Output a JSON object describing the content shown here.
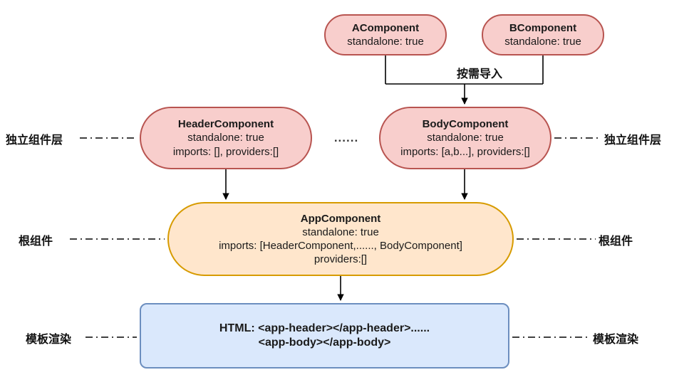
{
  "diagram": {
    "title_hint": "Angular standalone component architecture",
    "colors": {
      "pink_fill": "#f8cecc",
      "pink_stroke": "#b85450",
      "orange_fill": "#ffe6cc",
      "orange_stroke": "#d79b00",
      "blue_fill": "#dae8fc",
      "blue_stroke": "#6c8ebf",
      "line": "#000000",
      "text": "#1a1a1a"
    }
  },
  "nodes": {
    "a_component": {
      "title": "AComponent",
      "line2": "standalone: true"
    },
    "b_component": {
      "title": "BComponent",
      "line2": "standalone: true"
    },
    "header_component": {
      "title": "HeaderComponent",
      "line2": "standalone: true",
      "line3": "imports: [],  providers:[]"
    },
    "body_component": {
      "title": "BodyComponent",
      "line2": "standalone: true",
      "line3": "imports: [a,b...],  providers:[]"
    },
    "app_component": {
      "title": "AppComponent",
      "line2": "standalone: true",
      "line3": "imports: [HeaderComponent,......, BodyComponent]",
      "line4": "providers:[]"
    },
    "html_template": {
      "line1": "HTML:  <app-header></app-header>......",
      "line2": "<app-body></app-body>"
    }
  },
  "edges": {
    "import_on_demand_label": "按需导入"
  },
  "separators": {
    "middle_ellipsis": "......"
  },
  "side_labels": {
    "standalone_layer_left": "独立组件层",
    "standalone_layer_right": "独立组件层",
    "root_component_left": "根组件",
    "root_component_right": "根组件",
    "template_render_left": "模板渲染",
    "template_render_right": "模板渲染"
  }
}
